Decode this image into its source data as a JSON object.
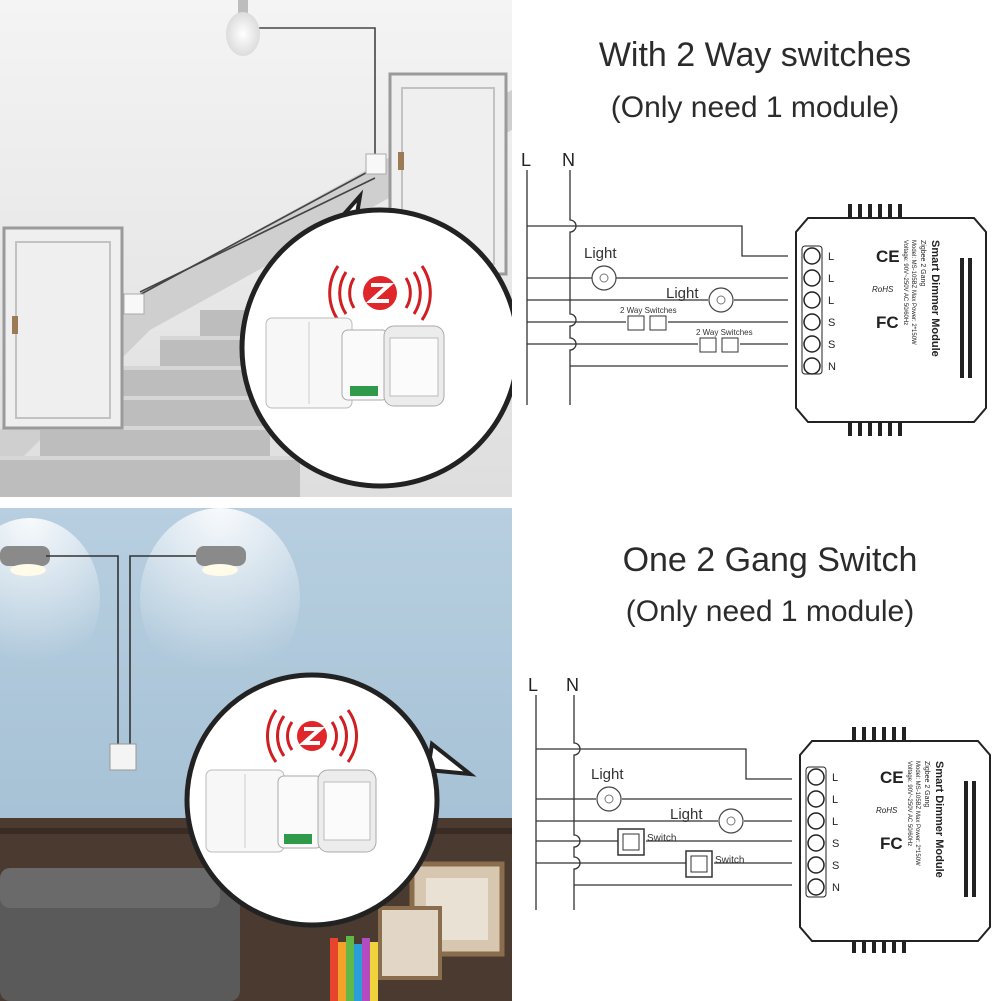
{
  "top": {
    "heading": "With 2 Way switches",
    "subheading": "(Only need 1 module)",
    "wire_labels": {
      "live": "L",
      "neutral": "N"
    },
    "light_labels": [
      "Light",
      "Light"
    ],
    "switch_labels": [
      "2 Way Switches",
      "2 Way Switches"
    ]
  },
  "bottom": {
    "heading": "One 2 Gang Switch",
    "subheading": "(Only need 1 module)",
    "wire_labels": {
      "live": "L",
      "neutral": "N"
    },
    "light_labels": [
      "Light",
      "Light"
    ],
    "switch_labels": [
      "Switch",
      "Switch"
    ]
  },
  "module": {
    "name": "Smart Dimmer Module",
    "subtitle": "Zigbee 2 Gang",
    "model": "Model: MS-105BZ Max Power: 2*150W",
    "voltage": "Voltage: 90V~250V AC 50/60Hz",
    "terminals": [
      "L",
      "L",
      "L",
      "S",
      "S",
      "N"
    ],
    "marks": [
      "CE",
      "FC",
      "RoHS"
    ]
  },
  "colors": {
    "wire": "#333333",
    "photo_wall_top": "#e9e9e9",
    "photo_wall_bottom": "#a9c4d8",
    "zigbee_red": "#e0262a"
  }
}
